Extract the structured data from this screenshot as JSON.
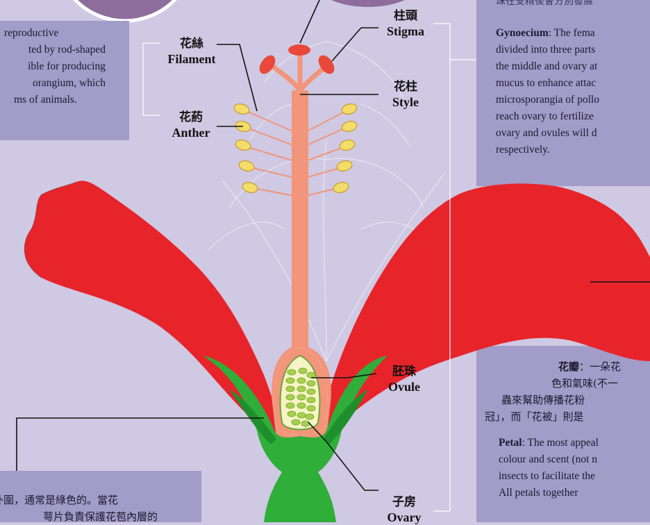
{
  "labels": {
    "stigma": {
      "zh": "柱頭",
      "en": "Stigma"
    },
    "style": {
      "zh": "花柱",
      "en": "Style"
    },
    "filament": {
      "zh": "花絲",
      "en": "Filament"
    },
    "anther": {
      "zh": "花葯",
      "en": "Anther"
    },
    "ovule": {
      "zh": "胚珠",
      "en": "Ovule"
    },
    "ovary": {
      "zh": "子房",
      "en": "Ovary"
    }
  },
  "stamen_panel": {
    "lines": [
      "reproductive",
      "ted by rod-shaped",
      "ible for producing",
      "orangium, which",
      "ms of animals."
    ]
  },
  "gynoecium_panel": {
    "top_zh": "珠在受精後會分別發展",
    "term": "Gynoecium",
    "lines": [
      ": The fema",
      "divided into three parts",
      "the middle and ovary at",
      "mucus to enhance attac",
      "microsporangia of pollo",
      "reach ovary to fertilize",
      "ovary and ovules will d",
      "respectively."
    ]
  },
  "petal_panel": {
    "zh_term": "花瓣",
    "zh_lines": [
      "：一朵花",
      "色和氣味(不一",
      "蟲來幫助傳播花粉",
      "冠」，而「花被」則是"
    ],
    "term": "Petal",
    "lines": [
      ": The most appeal",
      "colour and scent (not n",
      "insects to facilitate the",
      "All petals together"
    ]
  },
  "sepal_panel": {
    "zh_lines": [
      "外圍，通常是綠色的。當花",
      "萼片負責保護花苞內層的"
    ]
  },
  "colors": {
    "background": "#cfc9e3",
    "panel": "#a29cc8",
    "petal": "#e8242b",
    "pistil": "#f2957a",
    "anther": "#f4dc6a",
    "sepal": "#2fae3a",
    "stigma": "#e9483a"
  }
}
